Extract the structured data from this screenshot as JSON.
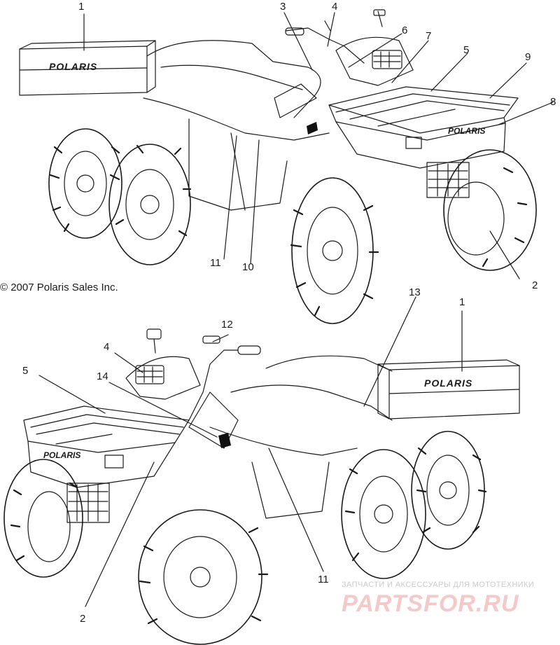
{
  "copyright": "© 2007 Polaris Sales Inc.",
  "brand_decal": "POLARIS",
  "callouts_top": [
    "1",
    "3",
    "4",
    "6",
    "7",
    "5",
    "9",
    "8",
    "2",
    "10",
    "11"
  ],
  "callouts_bottom": [
    "12",
    "4",
    "5",
    "14",
    "13",
    "1",
    "11",
    "2"
  ],
  "watermark": {
    "tagline": "ЗАПЧАСТИ И АКСЕССУАРЫ ДЛЯ МОТОТЕХНИКИ",
    "logo": "PARTSFOR.RU"
  },
  "colors": {
    "line": "#1a1a1a",
    "decal_fill": "#111111",
    "watermark": "#e8a5a5"
  }
}
